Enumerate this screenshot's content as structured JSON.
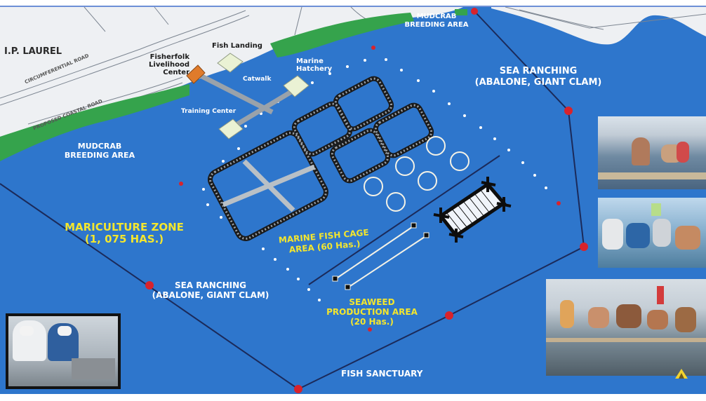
{
  "labels": {
    "road_name": "I.P. LAUREL",
    "road_circumferential": "CIRCUMFERENTIAL ROAD",
    "road_coastal": "PROPOSED COASTAL ROAD",
    "fish_landing": "Fish Landing",
    "fisherfolk": [
      "Fisherfolk",
      "Livelihood",
      "Center"
    ],
    "catwalk": "Catwalk",
    "marine_hatchery": [
      "Marine",
      "Hatchery"
    ],
    "training_center": "Training Center",
    "mudcrab_top": [
      "MUDCRAB",
      "BREEDING AREA"
    ],
    "mudcrab_left": [
      "MUDCRAB",
      "BREEDING AREA"
    ],
    "sea_ranching_top": [
      "SEA RANCHING",
      "(ABALONE, GIANT CLAM)"
    ],
    "mariculture": [
      "MARICULTURE ZONE",
      "(1, 075 HAS.)"
    ],
    "fish_cage": [
      "MARINE FISH CAGE",
      "AREA (60 Has.)"
    ],
    "sea_ranching_bottom": [
      "SEA RANCHING",
      "(ABALONE, GIANT CLAM)"
    ],
    "seaweed": [
      "SEAWEED",
      "PRODUCTION AREA",
      "(20 Has.)"
    ],
    "fish_sanctuary": "FISH SANCTUARY"
  },
  "colors": {
    "sea": "#2e76cc",
    "land": "#eef0f3",
    "green_strip": "#35a34c",
    "label_white": "#ffffff",
    "label_yellow": "#f3e62e",
    "boundary": "#1b2a5a",
    "marker_red": "#d8232c"
  },
  "photos": [
    {
      "name": "photo-people-in-water",
      "scene": "people working in sea water"
    },
    {
      "name": "photo-fishers-boat",
      "scene": "fishers handling nets on boat"
    },
    {
      "name": "photo-cage-workers",
      "scene": "workers at fish cage"
    },
    {
      "name": "photo-lab-workers",
      "scene": "lab workers wearing masks"
    }
  ]
}
